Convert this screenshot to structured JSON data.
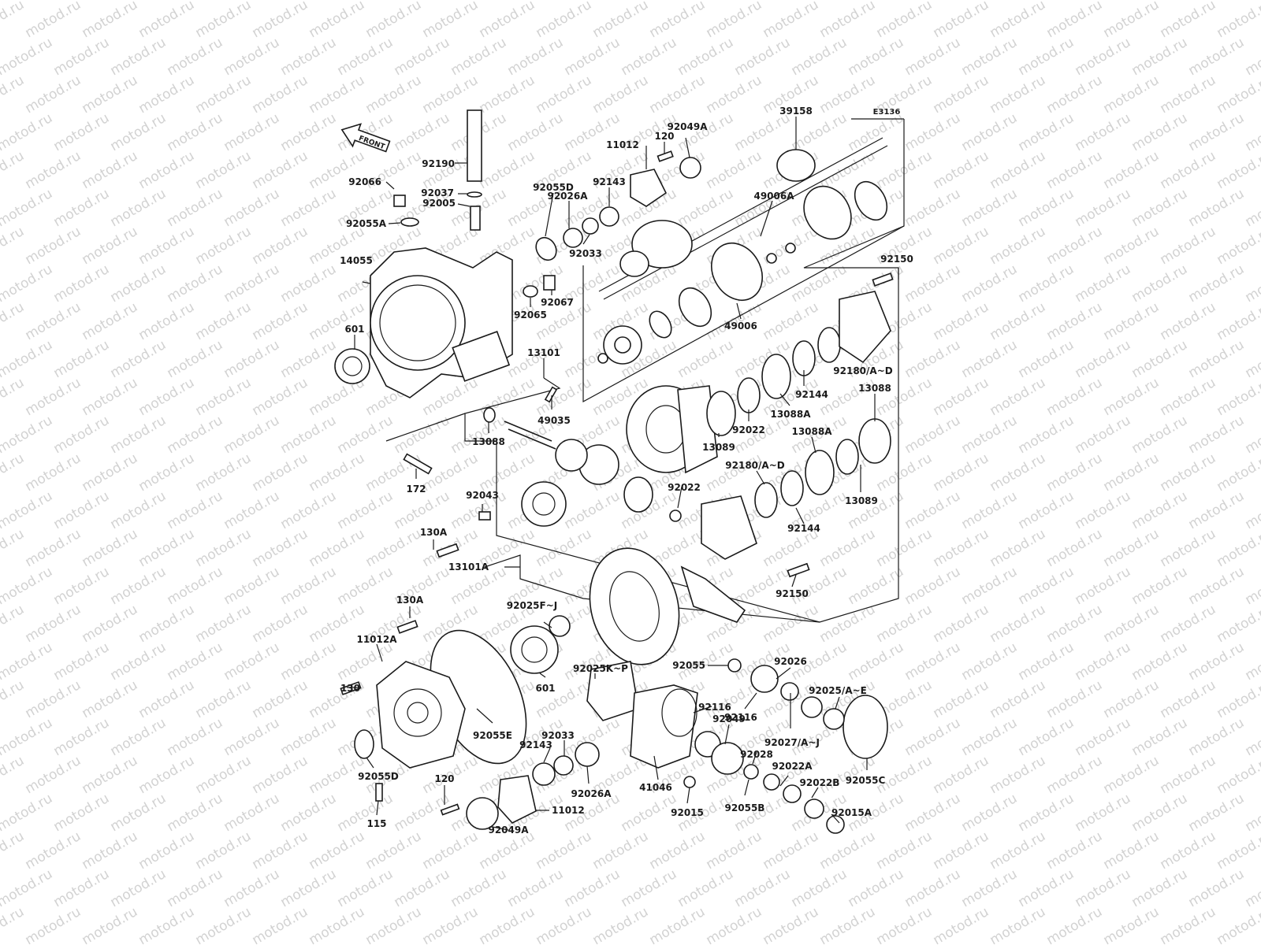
{
  "diagram": {
    "code": "E3136",
    "watermark": "motod.ru",
    "front_label": "FRONT",
    "colors": {
      "ink": "#1a1a1a",
      "watermark": "#d2d2d2",
      "background": "#ffffff"
    }
  },
  "labels": [
    "39158",
    "E3136",
    "92049A",
    "120",
    "11012",
    "92143",
    "92190",
    "92037",
    "92005",
    "92026A",
    "92066",
    "92055A",
    "92055D",
    "92033",
    "49006A",
    "14055",
    "92067",
    "92150",
    "601",
    "92065",
    "49006",
    "13101",
    "92180/A~D",
    "92144",
    "49035",
    "13088A",
    "13088",
    "92022",
    "13089",
    "13088",
    "13088A",
    "92180/A~D",
    "172",
    "92043",
    "92022",
    "13089",
    "92144",
    "130A",
    "13101A",
    "92150",
    "92025F~J",
    "130A",
    "11012A",
    "92025K~P",
    "92055",
    "92026",
    "130",
    "601",
    "92025/A~E",
    "92116",
    "92116",
    "92055E",
    "92049",
    "92033",
    "92027/A~J",
    "92143",
    "92028",
    "92055D",
    "92026A",
    "41046",
    "92022A",
    "92055C",
    "120",
    "92022B",
    "11012",
    "92015",
    "92055B",
    "115",
    "92049A",
    "92015A"
  ]
}
